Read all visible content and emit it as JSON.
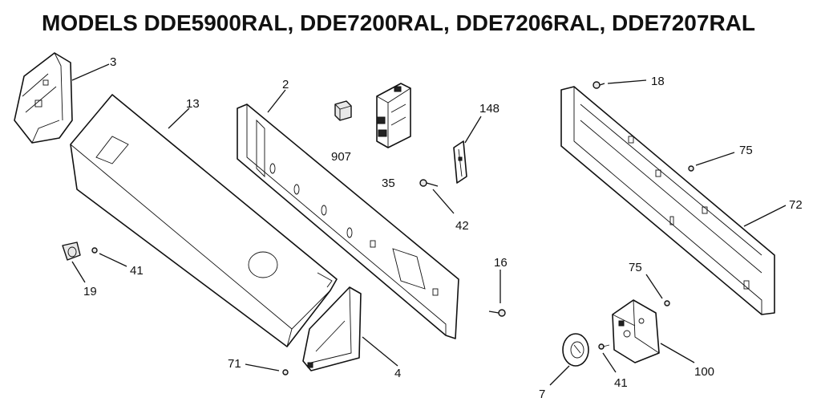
{
  "title": "MODELS DDE5900RAL, DDE7200RAL, DDE7206RAL, DDE7207RAL",
  "callouts": {
    "p3": "3",
    "p13": "13",
    "p2": "2",
    "p907": "907",
    "p35": "35",
    "p148": "148",
    "p42": "42",
    "p18": "18",
    "p75a": "75",
    "p72": "72",
    "p41a": "41",
    "p19": "19",
    "p16": "16",
    "p75b": "75",
    "p71": "71",
    "p4": "4",
    "p100": "100",
    "p41b": "41",
    "p7": "7"
  }
}
